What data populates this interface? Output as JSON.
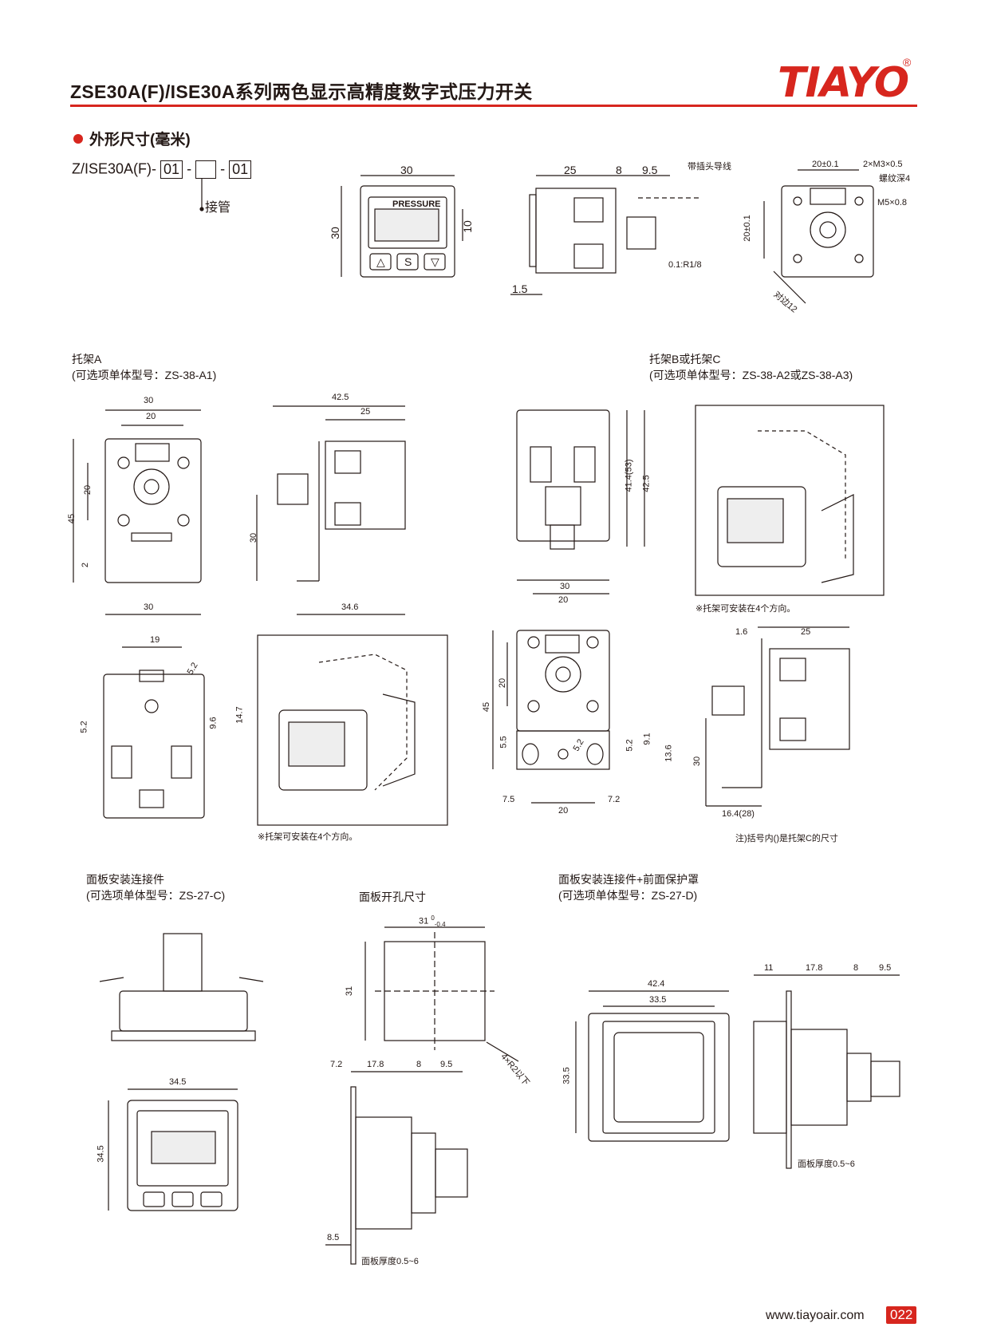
{
  "header": {
    "title": "ZSE30A(F)/ISE30A系列两色显示高精度数字式压力开关",
    "logo": "TIAYO",
    "registered": "®"
  },
  "section": {
    "title": "外形尺寸(毫米)"
  },
  "model_code": {
    "prefix": "Z/ISE30A(F)-",
    "box1": "01",
    "sep1": "-",
    "box2": "",
    "sep2": "-",
    "box3": "01",
    "pipe_label": "接管"
  },
  "front_view": {
    "display_label": "PRESSURE",
    "buttons": [
      "△",
      "S",
      "▽"
    ],
    "dims": [
      "30",
      "30",
      "10"
    ]
  },
  "side_view": {
    "dims": [
      "25",
      "8",
      "9.5",
      "1.5"
    ],
    "wire_label": "带插头导线",
    "thread_label": "0.1:R1/8"
  },
  "rear_view": {
    "dims": [
      "20±0.1",
      "20±0.1"
    ],
    "labels": [
      "2×M3×0.5",
      "螺纹深4",
      "M5×0.8",
      "对边12"
    ]
  },
  "bracket_a": {
    "title": "托架A",
    "subtitle": "(可选项单体型号：ZS-38-A1)",
    "dims_front": [
      "30",
      "20",
      "20",
      "45",
      "2",
      "30"
    ],
    "dims_side": [
      "42.5",
      "25",
      "30",
      "34.6"
    ],
    "dims_bottom": [
      "19",
      "5.2",
      "5.2",
      "9.6",
      "14.7"
    ],
    "note": "※托架可安装在4个方向。"
  },
  "bracket_bc": {
    "title": "托架B或托架C",
    "subtitle": "(可选项单体型号：ZS-38-A2或ZS-38-A3)",
    "dims_top": [
      "41.4(53)",
      "42.5"
    ],
    "dims_front": [
      "30",
      "20",
      "20",
      "45",
      "5.5",
      "5.2",
      "9.1",
      "13.6",
      "5.2",
      "7.5",
      "7.2",
      "20"
    ],
    "dims_side": [
      "1.6",
      "25",
      "30",
      "16.4(28)"
    ],
    "note_iso": "※托架可安装在4个方向。",
    "note_side": "注)括号内()是托架C的尺寸"
  },
  "panel_mount": {
    "title": "面板安装连接件",
    "subtitle": "(可选项单体型号：ZS-27-C)",
    "dims": [
      "34.5",
      "34.5"
    ]
  },
  "panel_cutout": {
    "title": "面板开孔尺寸",
    "w": "31",
    "w_tol": "0",
    "w_tol2": "-0.4",
    "h": "31",
    "corner": "4×R2以下",
    "side_dims": [
      "7.2",
      "17.8",
      "8",
      "9.5",
      "8.5"
    ],
    "thickness": "面板厚度0.5~6"
  },
  "panel_cover": {
    "title": "面板安装连接件+前面保护罩",
    "subtitle": "(可选项单体型号：ZS-27-D)",
    "dims": [
      "42.4",
      "33.5",
      "33.5"
    ],
    "side_dims": [
      "11",
      "17.8",
      "8",
      "9.5"
    ],
    "thickness": "面板厚度0.5~6"
  },
  "footer": {
    "url": "www.tiayoair.com",
    "page": "022"
  }
}
